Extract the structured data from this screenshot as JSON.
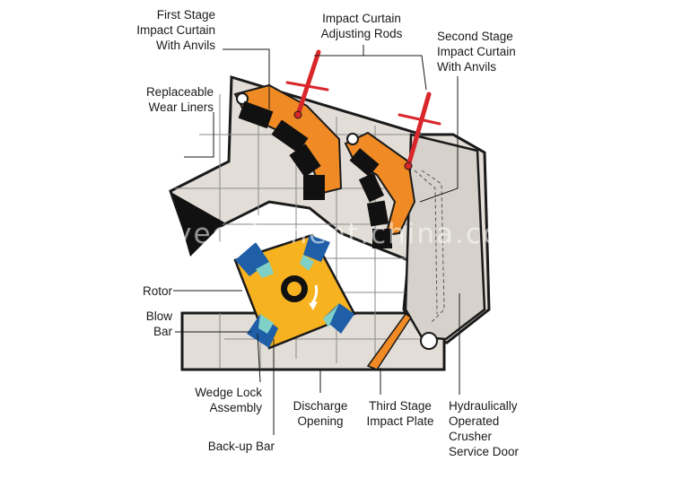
{
  "labels": {
    "first_stage": "First Stage\nImpact Curtain\nWith Anvils",
    "adjusting_rods": "Impact Curtain\nAdjusting Rods",
    "second_stage": "Second Stage\nImpact Curtain\nWith Anvils",
    "wear_liners": "Replaceable\nWear Liners",
    "rotor": "Rotor",
    "blow_bar": "Blow\nBar",
    "wedge_lock": "Wedge Lock\nAssembly",
    "discharge": "Discharge\nOpening",
    "third_stage": "Third Stage\nImpact Plate",
    "service_door": "Hydraulically\nOperated\nCrusher\nService Door",
    "backup_bar": "Back-up Bar"
  },
  "watermark": "www.heavyequipment.china.com",
  "colors": {
    "housing": "#e2ddd6",
    "outline": "#1a1a1a",
    "curtain_orange": "#f08a24",
    "rotor_yellow": "#f7b21f",
    "blow_bar_blue": "#1f5fa8",
    "wedge_teal": "#7fd1c8",
    "rod_red": "#d9262a"
  }
}
